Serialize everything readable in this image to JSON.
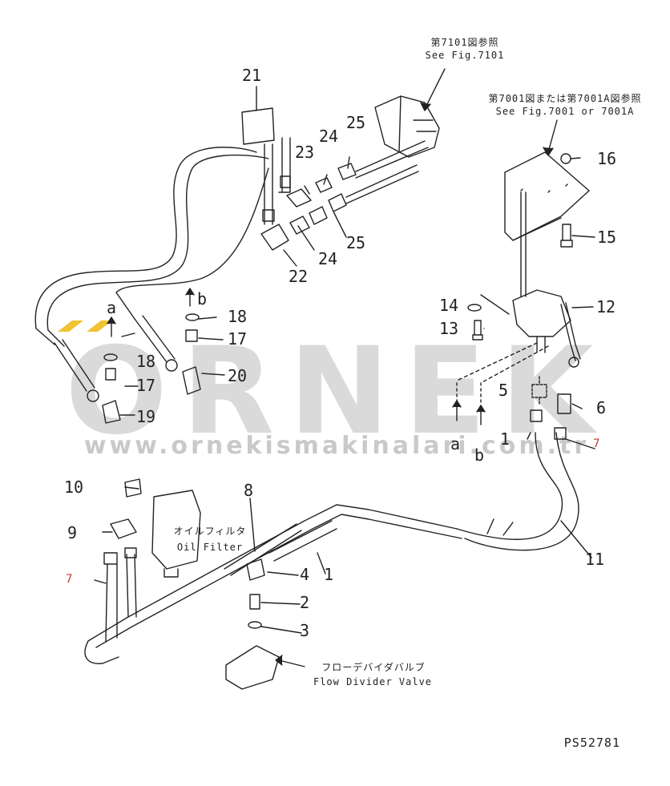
{
  "watermark": {
    "brand": "ORNEK",
    "url": "www.ornekismakinalari.com.tr",
    "color": "#d4d4d4"
  },
  "drawing_code": "PS52781",
  "notes": {
    "fig7101_jp": "第7101図参照",
    "fig7101_en": "See Fig.7101",
    "fig7001_jp": "第7001図または第7001A図参照",
    "fig7001_en": "See Fig.7001 or 7001A",
    "oil_filter_jp": "オイルフィルタ",
    "oil_filter_en": "Oil Filter",
    "flow_divider_jp": "フローデバイダバルブ",
    "flow_divider_en": "Flow Divider Valve"
  },
  "part_labels": {
    "p21": "21",
    "p23": "23",
    "p24a": "24",
    "p25a": "25",
    "p22": "22",
    "p24b": "24",
    "p25b": "25",
    "p16": "16",
    "p15": "15",
    "p14": "14",
    "p12": "12",
    "p13": "13",
    "pa1": "a",
    "p18a": "18",
    "p17a": "17",
    "p19": "19",
    "pb1": "b",
    "p18b": "18",
    "p17b": "17",
    "p20": "20",
    "p5": "5",
    "p6": "6",
    "pa2": "a",
    "pb2": "b",
    "p1a": "1",
    "p7a": "7",
    "p10": "10",
    "p9": "9",
    "p7b": "7",
    "p8": "8",
    "p4": "4",
    "p1b": "1",
    "p2": "2",
    "p3": "3",
    "p11": "11"
  },
  "colors": {
    "line": "#222222",
    "red_label": "#c0392b"
  }
}
